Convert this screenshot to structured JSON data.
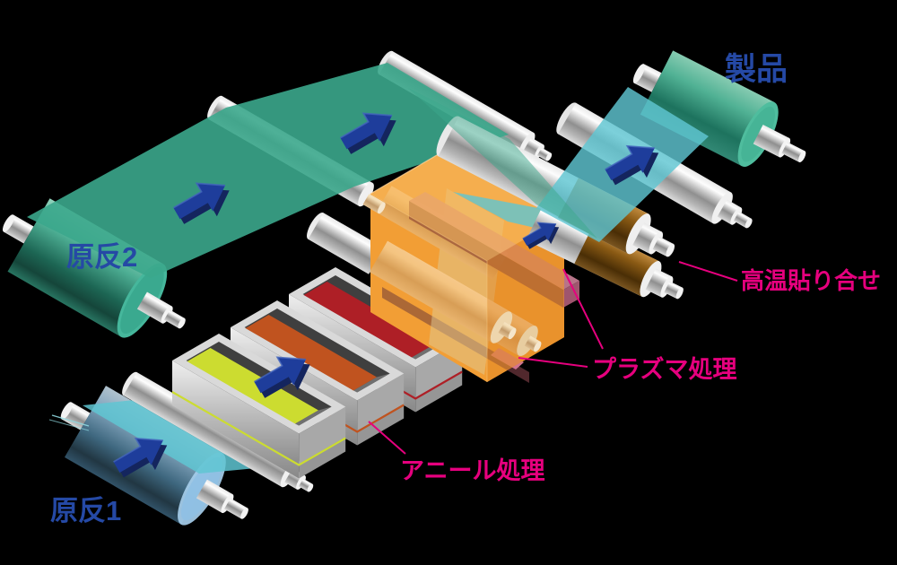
{
  "diagram": {
    "title": "Film lamination process flow",
    "labels": {
      "source_roll_2": "原反2",
      "source_roll_1": "原反1",
      "product": "製品",
      "anneal": "アニール処理",
      "plasma": "プラズマ処理",
      "high_temp_lamination": "高温貼り合せ"
    },
    "colors": {
      "label_blue": "#2549a5",
      "label_magenta": "#e6007e",
      "web_teal": "#3ba78c",
      "web_cyan": "#5fc6d2",
      "arrow_blue": "#1e3d9b",
      "chamber_orange": "#f5a23a",
      "bath_yellow": "#ccdc30",
      "bath_orange": "#c0531f",
      "bath_red": "#ae1f26",
      "product_roll_teal": "#4fbd9e",
      "source_roll_blue": "#9ec7e8",
      "heater_brown": "#8a5a14",
      "electrode_pink": "#c77e95",
      "background": "#000000"
    }
  }
}
